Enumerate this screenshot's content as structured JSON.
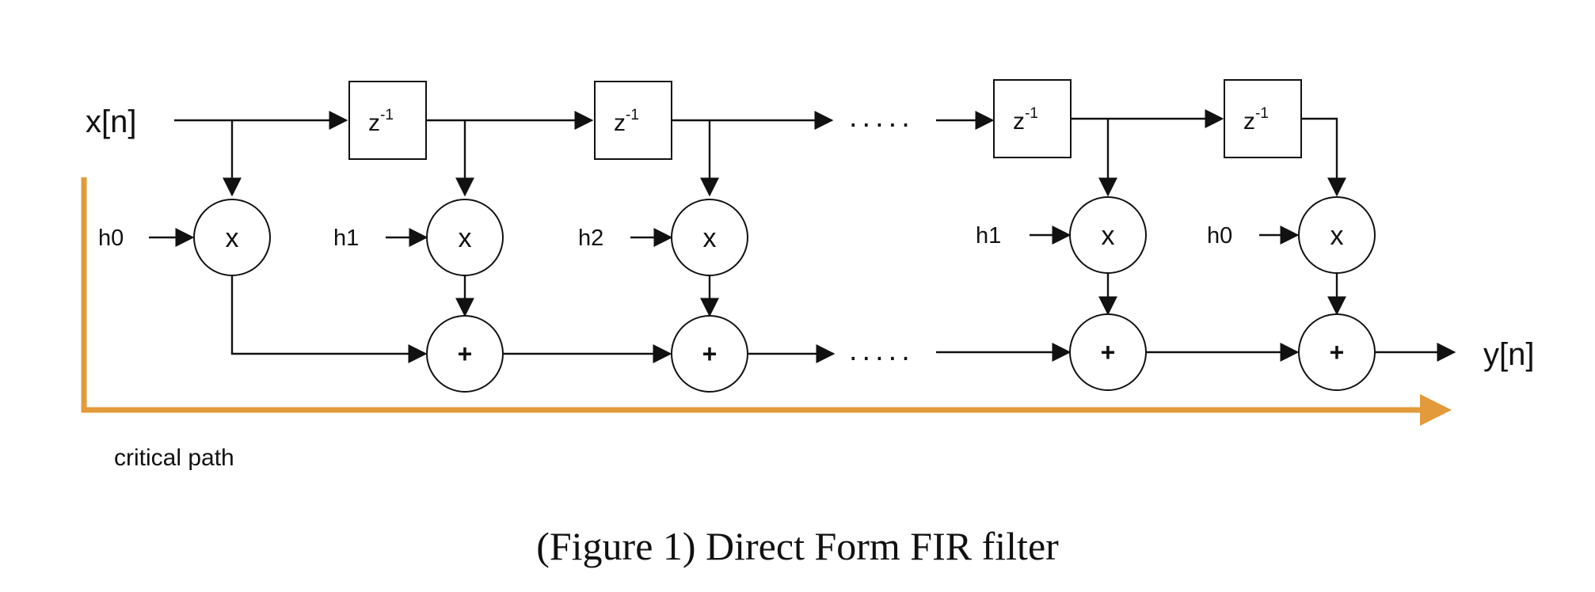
{
  "input_label": "x[n]",
  "output_label": "y[n]",
  "delay": {
    "base": "z",
    "exponent": "-1"
  },
  "coefficients": [
    "h0",
    "h1",
    "h2",
    "h1",
    "h0"
  ],
  "multiplier_symbol": "x",
  "adder_symbol": "+",
  "ellipsis": ".....",
  "critical_path": {
    "label": "critical path",
    "color": "#E39A3A"
  },
  "caption": "(Figure 1) Direct Form FIR filter"
}
